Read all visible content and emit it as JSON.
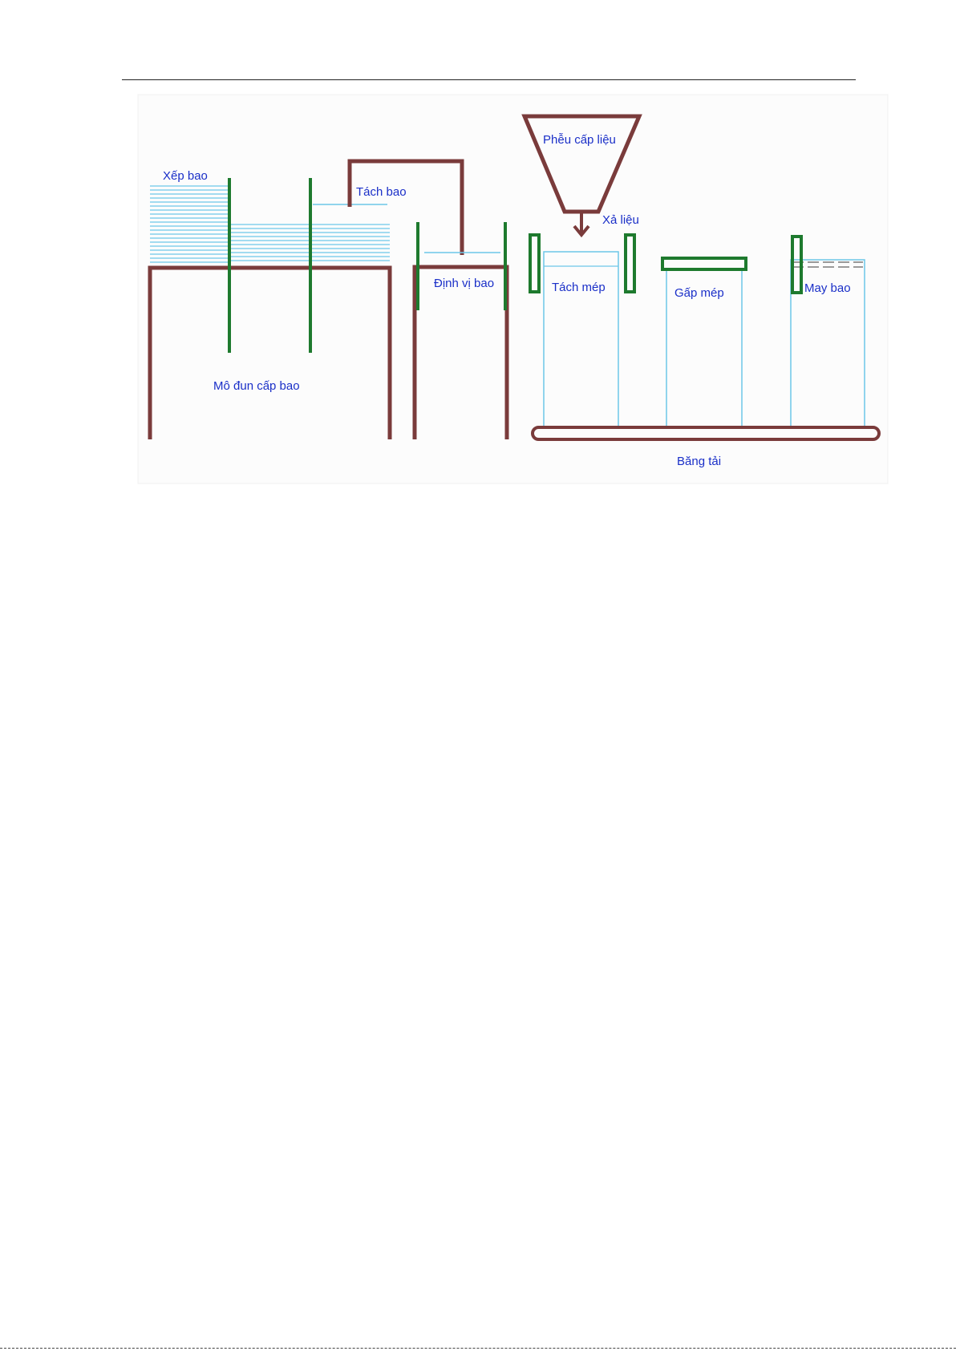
{
  "diagram": {
    "labels": {
      "xep_bao": "Xếp bao",
      "tach_bao": "Tách bao",
      "mo_dun_cap_bao": "Mô đun cấp bao",
      "dinh_vi_bao": "Định vị bao",
      "pheu_cap_lieu": "Phễu cấp liệu",
      "xa_lieu": "Xả liệu",
      "tach_mep": "Tách mép",
      "gap_mep": "Gấp mép",
      "may_bao": "May bao",
      "bang_tai": "Băng tải"
    },
    "colors": {
      "frame": "#7a3b3b",
      "guide": "#1e7a2e",
      "bag": "#6cc7e8",
      "label": "#1a2fc8",
      "stitch": "#9a9a9a"
    }
  }
}
